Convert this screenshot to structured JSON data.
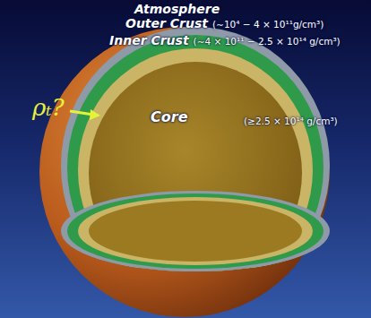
{
  "diagram": {
    "labels": [
      "Atmosphere",
      "Outer Crust",
      "(∼10⁴ − 4 × 10¹¹g/cm³)",
      "Inner Crust",
      "(∼4 × 10¹¹ − 2.5 × 10¹⁴ g/cm³)",
      "ρₜ?",
      "Core",
      "(≥2.5 × 10¹⁴ g/cm³)"
    ]
  }
}
